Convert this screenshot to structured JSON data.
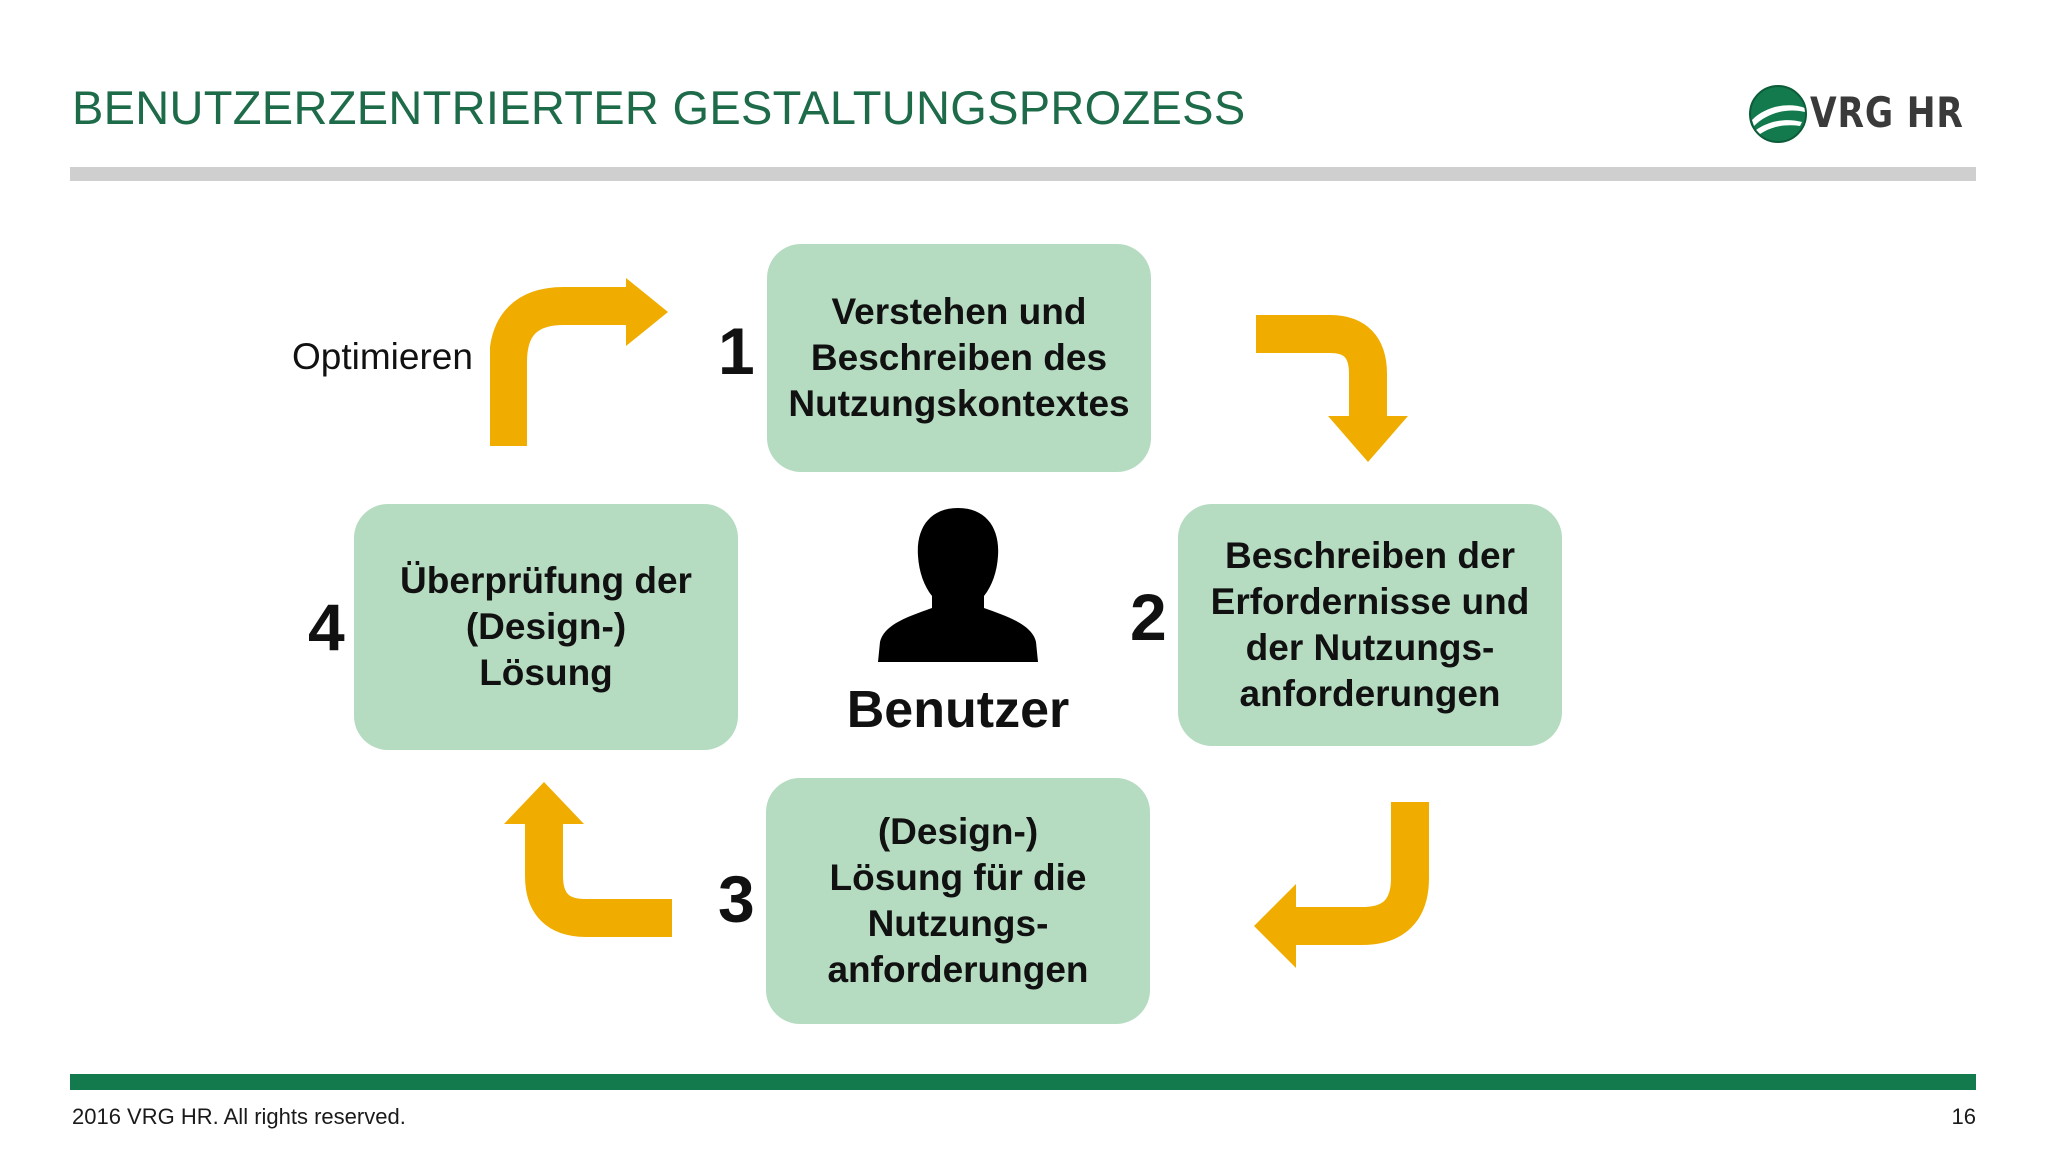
{
  "header": {
    "title": "BENUTZERZENTRIERTER GESTALTUNGSPROZESS",
    "logo_text": "VRG HR"
  },
  "diagram": {
    "center_label": "Benutzer",
    "center_icon": "user-silhouette-icon",
    "optimize_label": "Optimieren",
    "steps": [
      {
        "number": "1",
        "text": "Verstehen und\nBeschreiben des\nNutzungskontextes"
      },
      {
        "number": "2",
        "text": "Beschreiben der\nErfordernisse und\nder Nutzungs-\nanforderungen"
      },
      {
        "number": "3",
        "text": "(Design-)\nLösung für die\nNutzungs-\nanforderungen"
      },
      {
        "number": "4",
        "text": "Überprüfung der\n(Design-)\nLösung"
      }
    ],
    "arrow_color": "#f0ad00",
    "box_color": "#b5dcc1"
  },
  "footer": {
    "copyright": "2016 VRG HR. All rights reserved.",
    "page_number": "16"
  },
  "colors": {
    "title": "#1e6b4a",
    "accent_green": "#127a4c",
    "header_rule": "#cfcfcf"
  }
}
